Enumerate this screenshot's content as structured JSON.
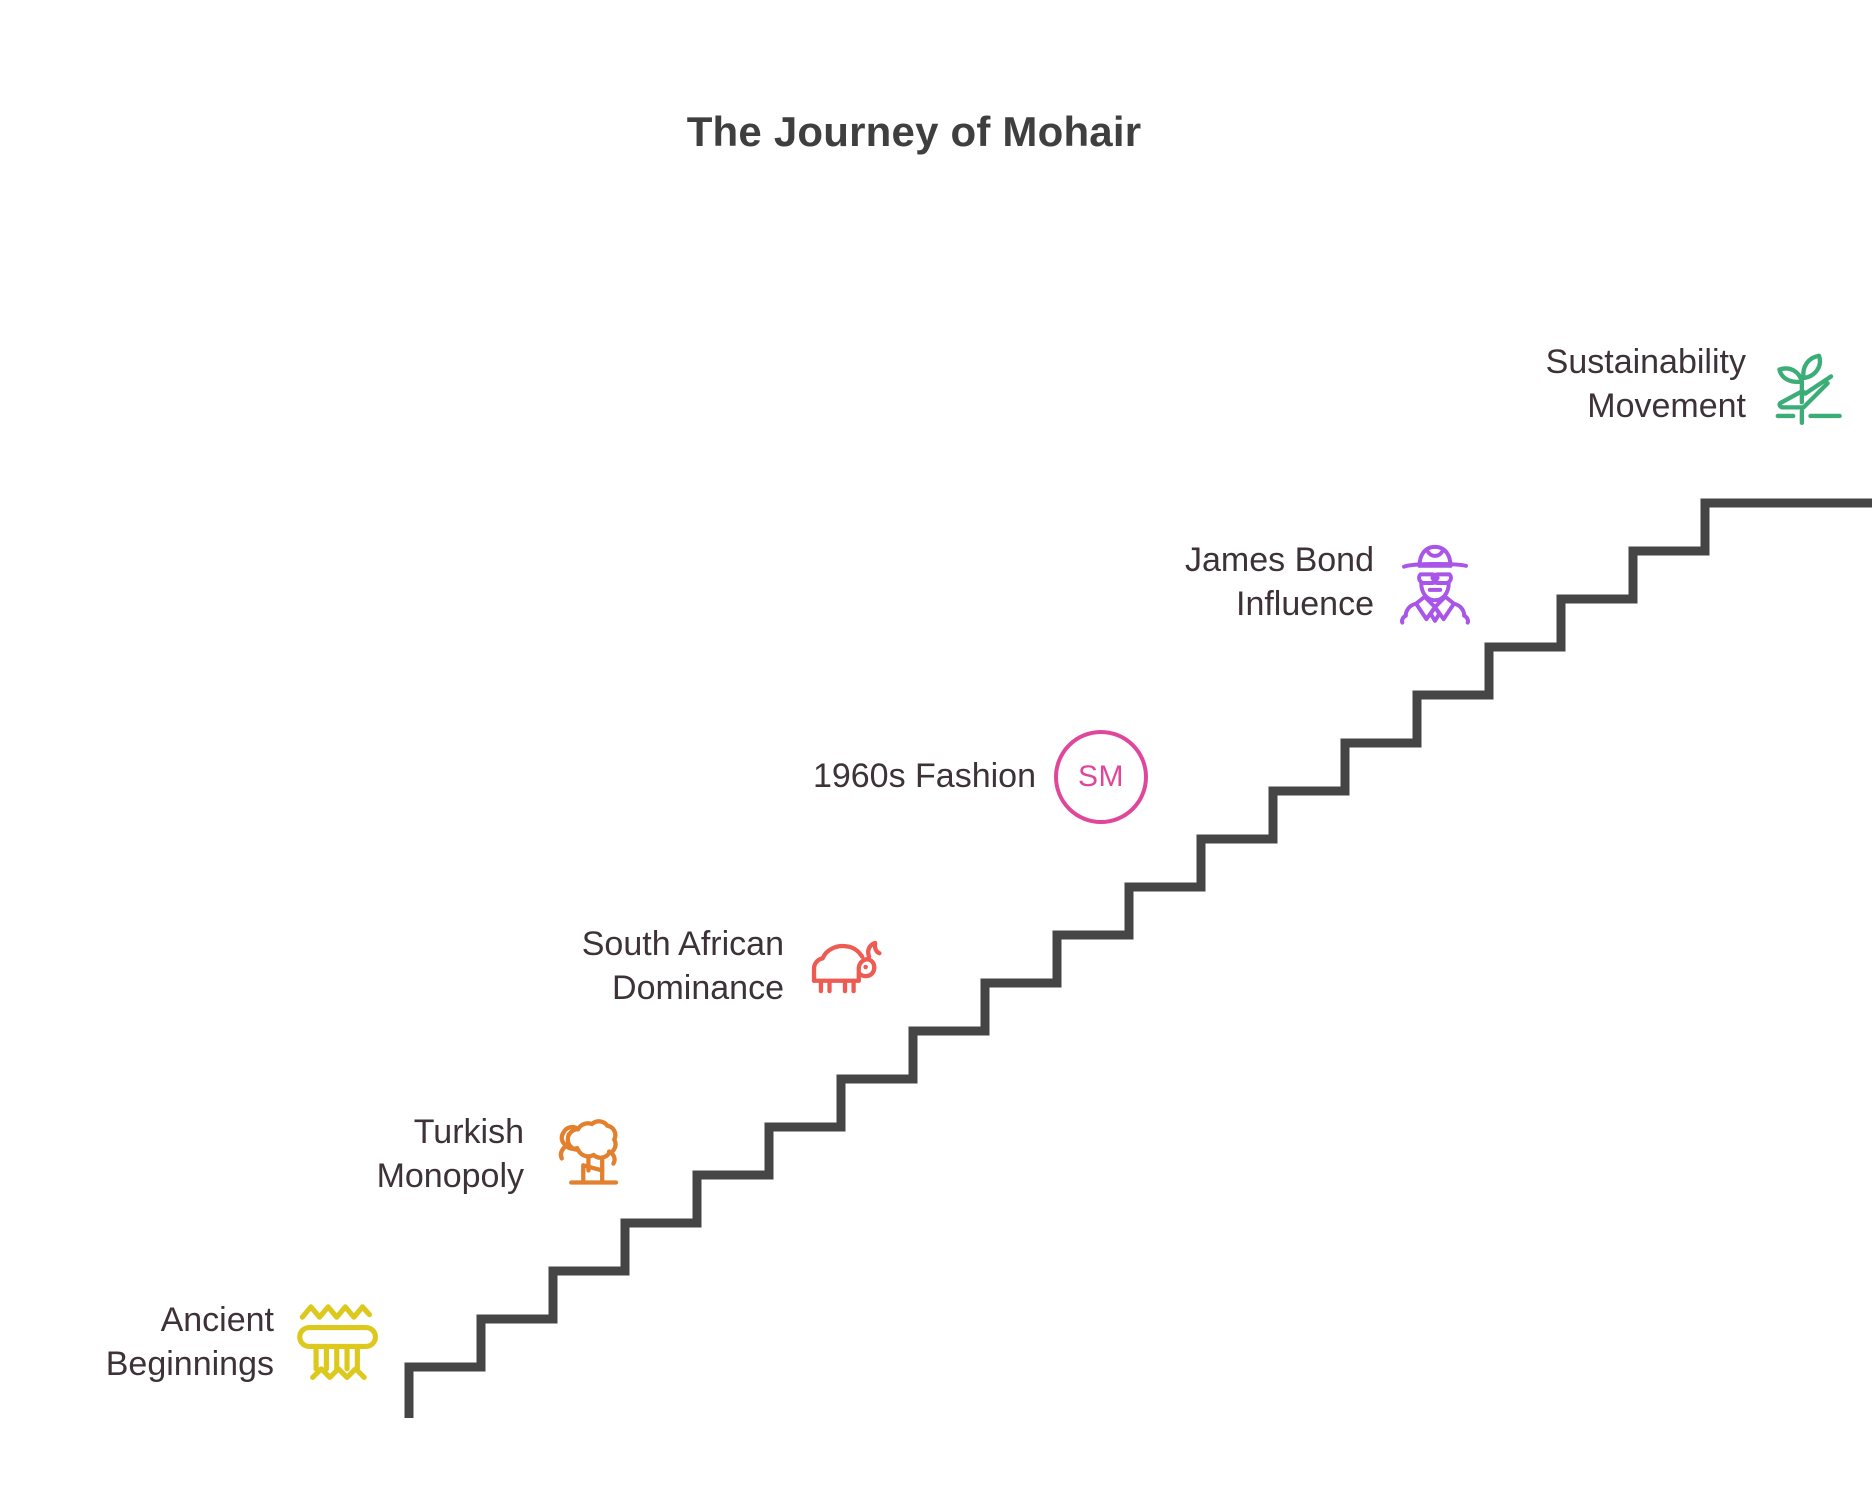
{
  "page": {
    "title": "The Journey of Mohair",
    "background_color": "#FFFFFF",
    "title_color": "#3F3F3F",
    "label_color": "#3D3238",
    "stair_color": "#454545"
  },
  "chart_data": {
    "type": "staircase-timeline",
    "title": "The Journey of Mohair",
    "orientation": "ascending-left-to-right",
    "step_count": 6,
    "categories": [
      "Ancient Beginnings",
      "Turkish Monopoly",
      "South African Dominance",
      "1960s Fashion",
      "James Bond Influence",
      "Sustainability Movement"
    ],
    "values": [
      1,
      2,
      3,
      4,
      5,
      6
    ],
    "xlabel": "",
    "ylabel": "",
    "grid": false,
    "legend": "none"
  },
  "steps": [
    {
      "id": "ancient-beginnings",
      "label": "Ancient\nBeginnings",
      "icon": "loom-comb-icon",
      "color": "#DDC91E",
      "level": 1
    },
    {
      "id": "turkish-monopoly",
      "label": "Turkish\nMonopoly",
      "icon": "angora-goat-icon",
      "color": "#E2802E",
      "level": 2
    },
    {
      "id": "south-african-dominance",
      "label": "South African\nDominance",
      "icon": "goat-icon",
      "color": "#EE5B52",
      "level": 3
    },
    {
      "id": "1960s-fashion",
      "label": "1960s Fashion",
      "icon": "sm-badge-icon",
      "badge_text": "SM",
      "color": "#E0479B",
      "level": 4
    },
    {
      "id": "james-bond-influence",
      "label": "James Bond\nInfluence",
      "icon": "spy-detective-icon",
      "color": "#A855E8",
      "level": 5
    },
    {
      "id": "sustainability-movement",
      "label": "Sustainability\nMovement",
      "icon": "hand-sprout-icon",
      "color": "#3BAE78",
      "level": 6
    }
  ]
}
